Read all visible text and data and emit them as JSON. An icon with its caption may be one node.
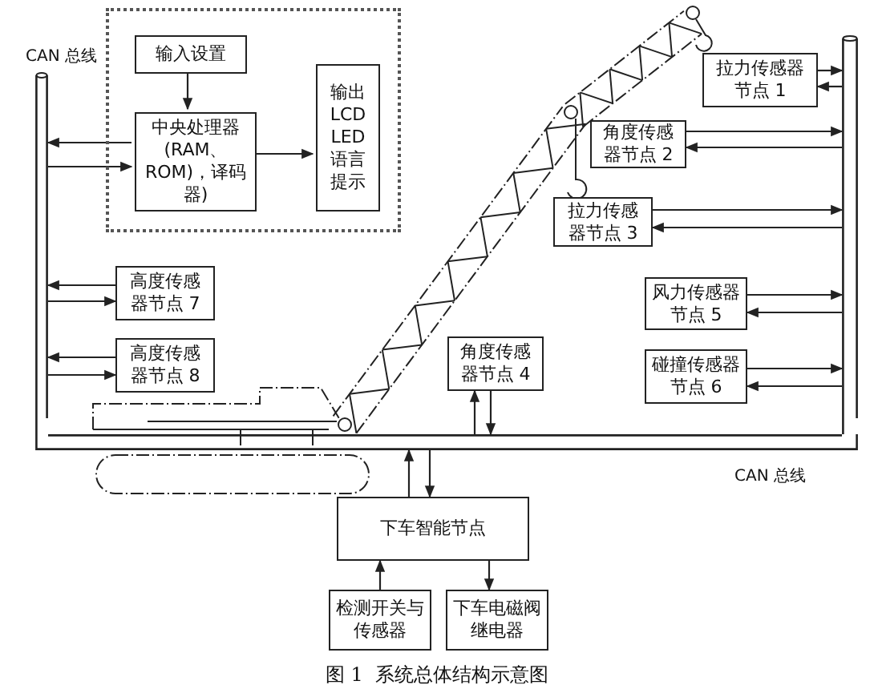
{
  "diagram": {
    "caption": "图 1  系统总体结构示意图",
    "nodes": [
      {
        "text": [],
        "shape": "box"
      },
      {
        "text": [
          "输入设置"
        ],
        "in": 0
      },
      {
        "text": [
          "中央处理器(RAM、ROM)，译码器)"
        ],
        "in": 0
      },
      {
        "text": [
          "输出LCD LED语言提示"
        ],
        "in": 0
      },
      {
        "text": [
          "拉力传感器节点 1"
        ]
      },
      {
        "text": [
          "角度传感器节点 2"
        ]
      },
      {
        "text": [
          "拉力传感器节点 3"
        ]
      },
      {
        "text": [
          "高度传感器节点 7"
        ]
      },
      {
        "text": [
          "高度传感器节点 8"
        ]
      },
      {
        "text": [
          "角度传感器节点 4"
        ]
      },
      {
        "text": [
          "风力传感器节点 5"
        ]
      },
      {
        "text": [
          "碰撞传感器节点 6"
        ]
      },
      {
        "text": [
          "下车智能节点"
        ]
      },
      {
        "text": [
          "检测开关与传感器"
        ]
      },
      {
        "text": [
          "下车电磁阀继电器"
        ]
      },
      {
        "text": [],
        "shape": "bar",
        "beside": [
          "CAN 总线"
        ]
      },
      {
        "text": [],
        "shape": "bar",
        "beside": [
          "CAN 总线"
        ]
      },
      {
        "text": [],
        "shape": "bar"
      }
    ],
    "edges": [
      {
        "from": 1,
        "to": 2,
        "arrow": "to"
      },
      {
        "from": 2,
        "to": 3,
        "arrow": "to"
      },
      {
        "from": 2,
        "to": 15,
        "arrow": "to"
      },
      {
        "from": 15,
        "to": 2,
        "arrow": "to"
      },
      {
        "from": 4,
        "to": 17,
        "arrow": "to"
      },
      {
        "from": 17,
        "to": 4,
        "arrow": "to"
      },
      {
        "from": 5,
        "to": 17,
        "arrow": "to"
      },
      {
        "from": 17,
        "to": 5,
        "arrow": "to"
      },
      {
        "from": 6,
        "to": 17,
        "arrow": "to"
      },
      {
        "from": 17,
        "to": 6,
        "arrow": "to"
      },
      {
        "from": 7,
        "to": 15,
        "arrow": "to"
      },
      {
        "from": 15,
        "to": 7,
        "arrow": "to"
      },
      {
        "from": 8,
        "to": 15,
        "arrow": "to"
      },
      {
        "from": 15,
        "to": 8,
        "arrow": "to"
      },
      {
        "from": 16,
        "to": 9,
        "arrow": "to"
      },
      {
        "from": 9,
        "to": 16,
        "arrow": "to"
      },
      {
        "from": 10,
        "to": 17,
        "arrow": "to"
      },
      {
        "from": 17,
        "to": 10,
        "arrow": "to"
      },
      {
        "from": 11,
        "to": 17,
        "arrow": "to"
      },
      {
        "from": 17,
        "to": 11,
        "arrow": "to"
      },
      {
        "from": 12,
        "to": 16,
        "arrow": "to"
      },
      {
        "from": 16,
        "to": 12,
        "arrow": "to"
      },
      {
        "from": 13,
        "to": 12,
        "arrow": "to"
      },
      {
        "from": 12,
        "to": 14,
        "arrow": "to"
      }
    ]
  }
}
